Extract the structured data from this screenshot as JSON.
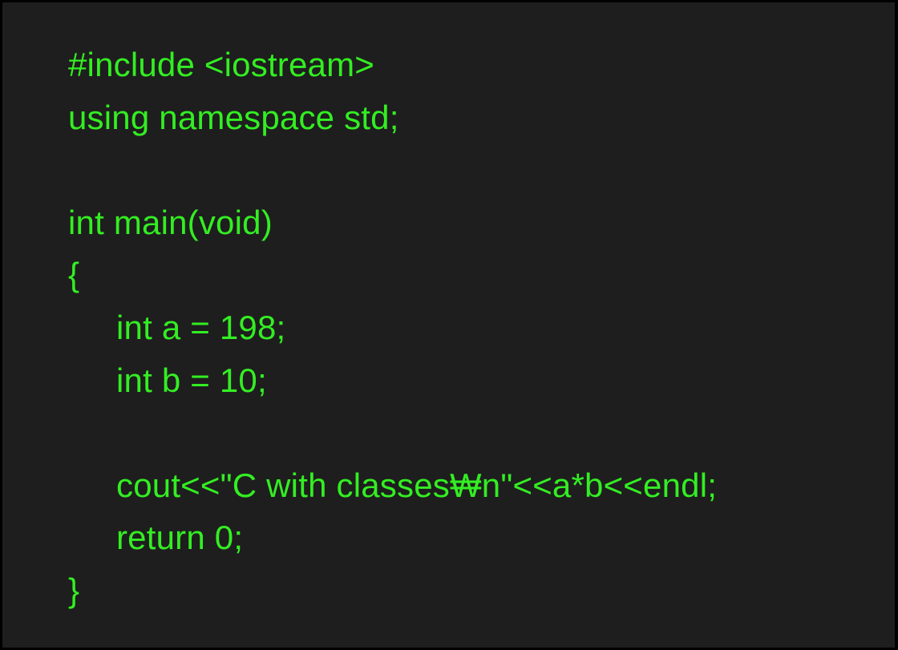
{
  "editor": {
    "background": "#1e1e1e",
    "text_color": "#33ee22",
    "lines": [
      {
        "text": "#include <iostream>",
        "indent": 0
      },
      {
        "text": "using namespace std;",
        "indent": 0
      },
      {
        "text": "",
        "indent": 0
      },
      {
        "text": "int main(void)",
        "indent": 0
      },
      {
        "text": "{",
        "indent": 0
      },
      {
        "text": "int a = 198;",
        "indent": 1
      },
      {
        "text": "int b = 10;",
        "indent": 1
      },
      {
        "text": "",
        "indent": 0
      },
      {
        "text": "cout<<\"C with classes₩n\"<<a*b<<endl;",
        "indent": 1
      },
      {
        "text": "return 0;",
        "indent": 1
      },
      {
        "text": "}",
        "indent": 0
      }
    ]
  }
}
